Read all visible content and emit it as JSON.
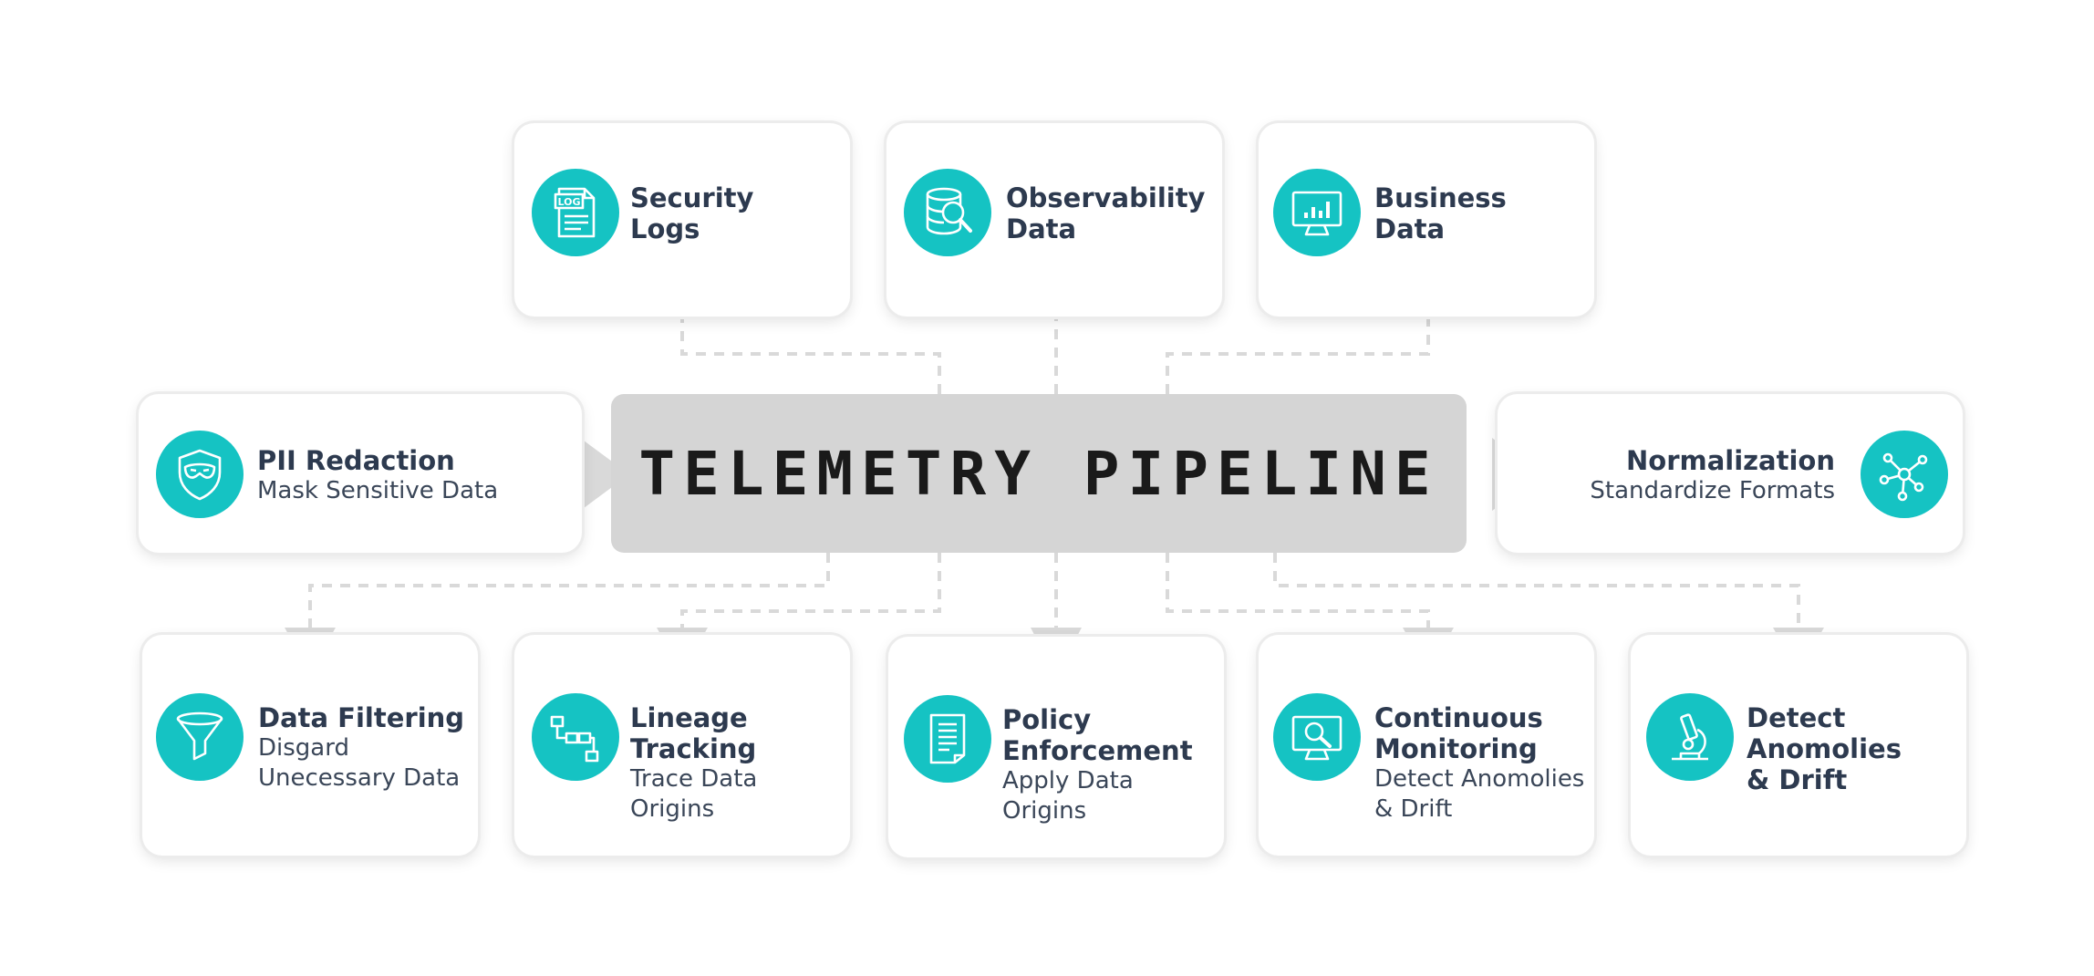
{
  "pipeline": {
    "title": "TELEMETRY PIPELINE"
  },
  "colors": {
    "accent": "#15c3c3",
    "text": "#2d3a4f",
    "pipeline_fill": "#d5d5d5",
    "connector": "#d9d9d9"
  },
  "outputs": [
    {
      "title": "Security\nLogs",
      "icon": "log-file-icon"
    },
    {
      "title": "Observability\nData",
      "icon": "database-search-icon"
    },
    {
      "title": "Business\nData",
      "icon": "monitor-chart-icon"
    }
  ],
  "sides": {
    "left": {
      "title": "PII Redaction",
      "subtitle": "Mask Sensitive Data",
      "icon": "mask-shield-icon"
    },
    "right": {
      "title": "Normalization",
      "subtitle": "Standardize Formats",
      "icon": "network-nodes-icon"
    }
  },
  "functions": [
    {
      "title": "Data Filtering",
      "subtitle": "Disgard\nUnecessary Data",
      "icon": "funnel-icon"
    },
    {
      "title": "Lineage\nTracking",
      "subtitle": "Trace Data\nOrigins",
      "icon": "flow-diagram-icon"
    },
    {
      "title": "Policy\nEnforcement",
      "subtitle": "Apply Data\nOrigins",
      "icon": "document-icon"
    },
    {
      "title": "Continuous\nMonitoring",
      "subtitle": "Detect Anomolies\n& Drift",
      "icon": "monitor-search-icon"
    },
    {
      "title": "Detect\nAnomolies\n& Drift",
      "subtitle": "",
      "icon": "microscope-icon"
    }
  ]
}
